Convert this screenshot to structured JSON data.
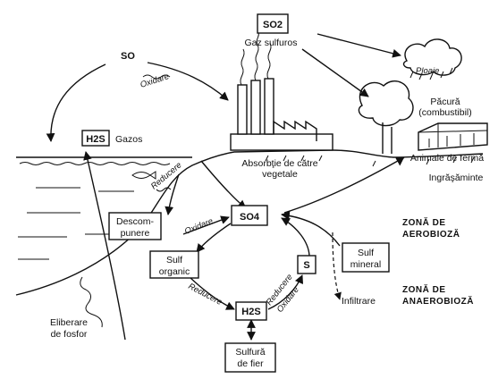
{
  "boxes": {
    "so2": "SO2",
    "h2s_gas": "H2S",
    "so4": "SO4",
    "h2s": "H2S",
    "s": "S",
    "descompunere_1": "Descom-",
    "descompunere_2": "punere",
    "sulf_organic_1": "Sulf",
    "sulf_organic_2": "organic",
    "sulf_mineral_1": "Sulf",
    "sulf_mineral_2": "mineral",
    "sulfura_1": "Sulfură",
    "sulfura_2": "de fier"
  },
  "labels": {
    "gaz_sulfuros": "Gaz sulfuros",
    "so": "SO",
    "gazos": "Gazos",
    "oxidare_top": "Oxidare",
    "ploaie": "Ploaie",
    "pacura_1": "Păcură",
    "pacura_2": "(combustibil)",
    "absorbtie_1": "Absorbţie de către",
    "absorbtie_2": "vegetale",
    "animale": "Animale de fermă",
    "ingrasaminte": "Ingrăşăminte",
    "reducere_left": "Reducere",
    "oxidare_mid": "Oxidare",
    "reducere_lower": "Reducere",
    "reducere_right": "Reducere",
    "oxidare_right": "Oxidare",
    "infiltrare": "Infiltrare",
    "eliberare_1": "Eliberare",
    "eliberare_2": "de fosfor",
    "zona_aerobioza_1": "ZONĂ DE",
    "zona_aerobioza_2": "AEROBIOZĂ",
    "zona_anaerobioza_1": "ZONĂ DE",
    "zona_anaerobioza_2": "ANAEROBIOZĂ"
  }
}
